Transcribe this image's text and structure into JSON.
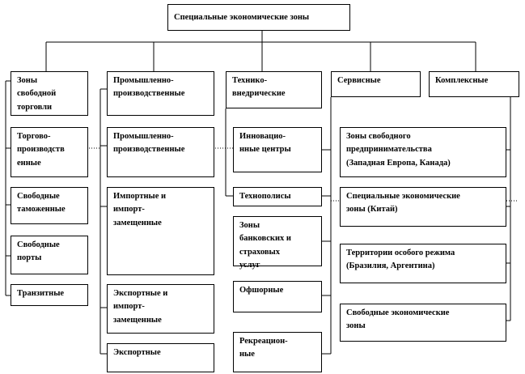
{
  "root": {
    "label": "Специальные  экономические зоны"
  },
  "columns": [
    {
      "header": "Зоны\nсвободной\nторговли",
      "items": [
        "Торгово-\nпроизводств\nенные",
        "Свободные\nтаможенные",
        "Свободные\nпорты",
        "Транзитные"
      ]
    },
    {
      "header": "Промышленно-\nпроизводственные",
      "items": [
        "Промышленно-\nпроизводственные",
        "Импортные и\nимпорт-\nзамещенные",
        "Экспортные и\nимпорт-\nзамещенные",
        "Экспортные"
      ]
    },
    {
      "header": "Технико-\nвнедрические",
      "items": [
        "Инновацио-\nнные центры",
        "Технополисы",
        "Зоны\nбанковских и\nстраховых\nуслуг",
        "Офшорные",
        "Рекреацион-\nные"
      ]
    },
    {
      "header": "Сервисные",
      "items": []
    },
    {
      "header": "Комплексные",
      "items": [
        "Зоны свободного\nпредпринимательства\n(Западная Европа, Канада)",
        "Специальные  экономические\nзоны (Китай)",
        "Территории особого режима\n(Бразилия,  Аргентина)",
        "Свободные экономические\nзоны"
      ]
    }
  ]
}
